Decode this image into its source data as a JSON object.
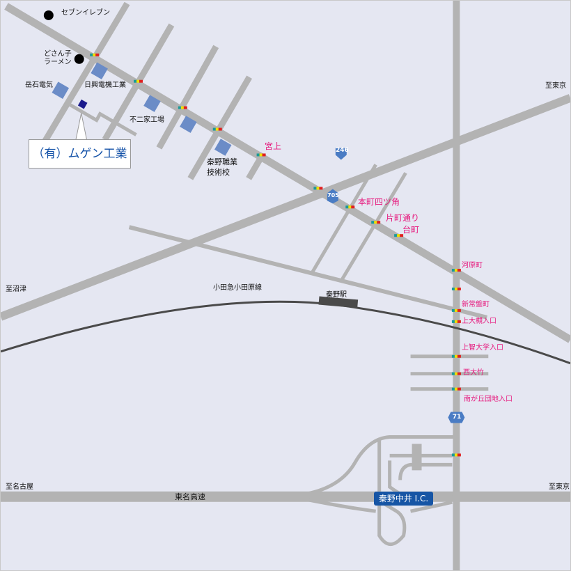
{
  "landmarks": {
    "seven_eleven": "セブンイレブン",
    "dosanko_ramen": "どさん子\nラーメン",
    "dosanko_line1": "どさん子",
    "dosanko_line2": "ラーメン",
    "gakuseki_denki": "岳石電気",
    "nikko_denki": "日興電機工業",
    "fujiya_kojo": "不二家工場",
    "hadano_school_line1": "秦野職業",
    "hadano_school_line2": "技術校",
    "company": "（有）ムゲン工業",
    "station": "秦野駅",
    "railway": "小田急小田原線",
    "expressway": "東名高速",
    "interchange": "秦野中井 I.C."
  },
  "directions": {
    "to_tokyo_top": "至東京",
    "to_numazu": "至沼津",
    "to_nagoya": "至名古屋",
    "to_tokyo_bottom": "至東京"
  },
  "intersections": [
    "宮上",
    "本町四ツ角",
    "片町通り",
    "台町",
    "河原町",
    "新常盤町",
    "上大槻入口",
    "上智大学入口",
    "西大竹",
    "南が丘団地入口"
  ],
  "routes": {
    "r246": "246",
    "r705": "705",
    "r71": "71"
  },
  "colors": {
    "road": "#b3b3b3",
    "rail": "#4a4a4a",
    "intersection_label": "#e6197d",
    "company": "#1452a8",
    "building": "#6b8cc7"
  }
}
